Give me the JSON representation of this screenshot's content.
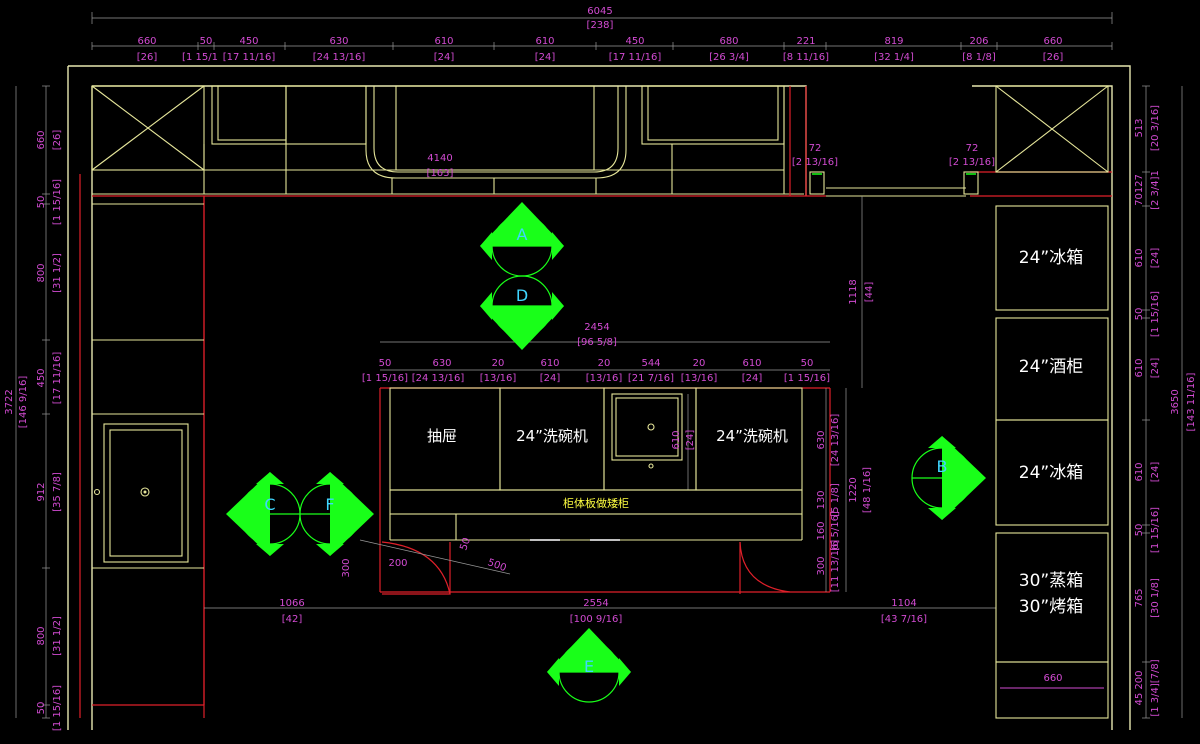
{
  "top_dims": {
    "overall": {
      "mm": "6045",
      "in": "[238]"
    },
    "segments": [
      {
        "mm": "660",
        "in": "[26]"
      },
      {
        "mm": "50",
        "in": "[1 15/1"
      },
      {
        "mm": "450",
        "in": "[17 11/16]"
      },
      {
        "mm": "630",
        "in": "[24 13/16]"
      },
      {
        "mm": "610",
        "in": "[24]"
      },
      {
        "mm": "610",
        "in": "[24]"
      },
      {
        "mm": "450",
        "in": "[17 11/16]"
      },
      {
        "mm": "680",
        "in": "[26 3/4]"
      },
      {
        "mm": "221",
        "in": "[8 11/16]"
      },
      {
        "mm": "819",
        "in": "[32 1/4]"
      },
      {
        "mm": "206",
        "in": "[8 1/8]"
      },
      {
        "mm": "660",
        "in": "[26]"
      }
    ]
  },
  "left_dims": {
    "overall": {
      "mm": "3722",
      "in": "[146 9/16]"
    },
    "segments": [
      {
        "mm": "660",
        "in": "[26]"
      },
      {
        "mm": "50",
        "in": "[1 15/16]"
      },
      {
        "mm": "800",
        "in": "[31 1/2]"
      },
      {
        "mm": "450",
        "in": "[17 11/16]"
      },
      {
        "mm": "912",
        "in": "[35 7/8]"
      },
      {
        "mm": "800",
        "in": "[31 1/2]"
      },
      {
        "mm": "50",
        "in": "[1 15/16]"
      }
    ]
  },
  "right_dims": {
    "overall": {
      "mm": "3650",
      "in": "[143 11/16]"
    },
    "segments": [
      {
        "mm": "513",
        "in": "[20 3/16]"
      },
      {
        "mm": "70127",
        "in": "[2 3/4]1"
      },
      {
        "mm": "610",
        "in": "[24]"
      },
      {
        "mm": "50",
        "in": "[1 15/16]"
      },
      {
        "mm": "610",
        "in": "[24]"
      },
      {
        "mm": "610",
        "in": "[24]"
      },
      {
        "mm": "50",
        "in": "[1 15/16]"
      },
      {
        "mm": "765",
        "in": "[30 1/8]"
      },
      {
        "mm": "45 200",
        "in": "[1 3/4][7/8]"
      }
    ]
  },
  "wall_dims": {
    "upper_width": {
      "mm": "4140",
      "in": "[163]"
    },
    "left_notch": {
      "mm": "72",
      "in": "[2 13/16]"
    },
    "right_notch": {
      "mm": "72",
      "in": "[2 13/16]"
    },
    "aisle_depth": {
      "mm": "1118",
      "in": "[44]"
    }
  },
  "island": {
    "overall": {
      "mm": "2454",
      "in": "[96 5/8]"
    },
    "segments": [
      {
        "mm": "50",
        "in": "[1 15/16]"
      },
      {
        "mm": "630",
        "in": "[24 13/16]"
      },
      {
        "mm": "20",
        "in": "[13/16]"
      },
      {
        "mm": "610",
        "in": "[24]"
      },
      {
        "mm": "20",
        "in": "[13/16]"
      },
      {
        "mm": "544",
        "in": "[21 7/16]"
      },
      {
        "mm": "20",
        "in": "[13/16]"
      },
      {
        "mm": "610",
        "in": "[24]"
      },
      {
        "mm": "50",
        "in": "[1 15/16]"
      }
    ],
    "side_dims": [
      {
        "mm": "630",
        "in": "[24 13/16]"
      },
      {
        "mm": "130",
        "in": "[5 1/8]"
      },
      {
        "mm": "160",
        "in": "[6 5/16]"
      },
      {
        "mm": "300",
        "in": "[11 13/16]"
      }
    ],
    "depth": {
      "mm": "1220",
      "in": "[48 1/16]"
    },
    "sink_dim": {
      "mm": "610",
      "in": "[24]"
    },
    "labels": {
      "drawer": "抽屉",
      "dishwasher_left": "24”洗碗机",
      "dishwasher_right": "24”洗碗机",
      "low_cabinet": "柜体板做矮柜"
    },
    "notes": {
      "n300": "300",
      "n200": "200",
      "n500": "500",
      "n50": "50"
    }
  },
  "bottom_dims": [
    {
      "mm": "1066",
      "in": "[42]"
    },
    {
      "mm": "2554",
      "in": "[100 9/16]"
    },
    {
      "mm": "1104",
      "in": "[43 7/16]"
    }
  ],
  "tall_units": {
    "fridge_1": "24”冰箱",
    "wine": "24”酒柜",
    "fridge_2": "24”冰箱",
    "steam": "30”蒸箱",
    "oven": "30”烤箱",
    "base_width": "660"
  },
  "markers": [
    "A",
    "D",
    "B",
    "C",
    "F",
    "E"
  ],
  "colors": {
    "dimension_text": "#d24bd2",
    "wall": "#e8e8b0",
    "cabinet": "#e6e69a",
    "counter_edge": "#e0202a",
    "marker": "#19ff19",
    "marker_text": "#3fd6ff",
    "background": "#000000"
  }
}
